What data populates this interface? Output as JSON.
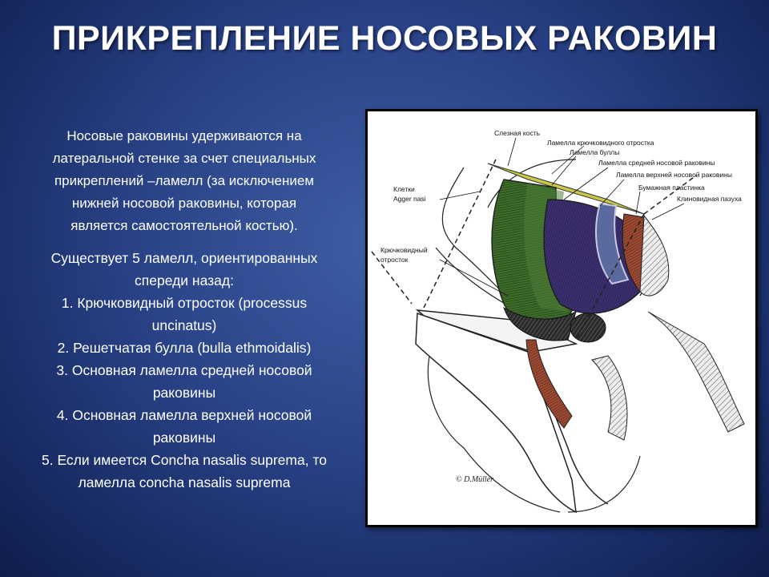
{
  "slide": {
    "title": "ПРИКРЕПЛЕНИЕ НОСОВЫХ РАКОВИН"
  },
  "text": {
    "intro_lines": [
      "Носовые раковины удерживаются на",
      "латеральной стенке за счет специальных",
      "прикреплений –ламелл (за исключением",
      "нижней носовой раковины, которая",
      "является самостоятельной костью)."
    ],
    "list_intro_lines": [
      "Существует 5 ламелл, ориентированных",
      "спереди назад:"
    ],
    "items": [
      [
        "1. Крючковидный отросток (processus",
        "uncinatus)"
      ],
      [
        "2. Решетчатая булла (bulla ethmoidalis)"
      ],
      [
        "3. Основная ламелла средней носовой",
        "раковины"
      ],
      [
        "4. Основная ламелла верхней носовой",
        "раковины"
      ],
      [
        "5. Если имеется Concha nasalis suprema, то",
        "ламелла concha nasalis suprema"
      ]
    ]
  },
  "figure": {
    "labels": {
      "lacrimal_bone": "Слезная кость",
      "uncinate_lamella": "Ламелла крючковидного отростка",
      "bulla_lamella": "Ламелла буллы",
      "middle_concha_lamella": "Ламелла средней носовой раковины",
      "superior_concha_lamella": "Ламелла верхней носовой раковины",
      "lamina_papyracea": "Бумажная пластинка",
      "sphenoid_sinus": "Клиновидная пазуха",
      "agger_nasi_1": "Клетки",
      "agger_nasi_2": "Agger nasi",
      "uncinate_process_1": "Крючковидный",
      "uncinate_process_2": "отросток"
    },
    "signature": "© D.Müller",
    "colors": {
      "uncinate": "#c9c84a",
      "bulla": "#3d6b2a",
      "middle_concha": "#3c2f6e",
      "superior_concha": "#5a6a9e",
      "suprema": "#9a4a32"
    }
  }
}
